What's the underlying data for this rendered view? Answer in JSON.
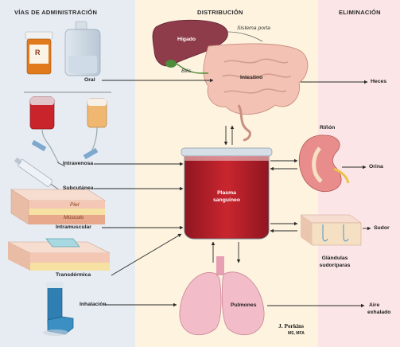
{
  "headers": {
    "routes": "VÍAS DE ADMINISTRACIÓN",
    "distribution": "DISTRIBUCIÓN",
    "elimination": "ELIMINACIÓN"
  },
  "routes": {
    "oral": "Oral",
    "intravenous": "Intravenosa",
    "subcutaneous": "Subcutánea",
    "skin": "Piel",
    "muscle": "Músculo",
    "intramuscular": "Intramuscular",
    "transdermal": "Transdérmica",
    "inhalation": "Inhalación",
    "bottle_label": "R"
  },
  "organs": {
    "liver": "Hígado",
    "portal_system": "Sistema porta",
    "bile": "Bilis",
    "intestine": "Intestino",
    "plasma_line1": "Plasma",
    "plasma_line2": "sanguíneo",
    "kidney": "Riñón",
    "sweat_glands_line1": "Glándulas",
    "sweat_glands_line2": "sudoríparas",
    "lungs": "Pulmones"
  },
  "outputs": {
    "feces": "Heces",
    "urine": "Orina",
    "sweat": "Sudor",
    "exhaled_line1": "Aire",
    "exhaled_line2": "exhalado"
  },
  "credit": {
    "author": "J. Perkins",
    "degrees": "MS, MFA"
  },
  "colors": {
    "liver": "#8e3b4a",
    "plasma": "#b3202a",
    "arrow": "#2a2a2a",
    "intestine": "#f3c2b4",
    "lung": "#f2bcc9",
    "kidney": "#e88c8c"
  }
}
